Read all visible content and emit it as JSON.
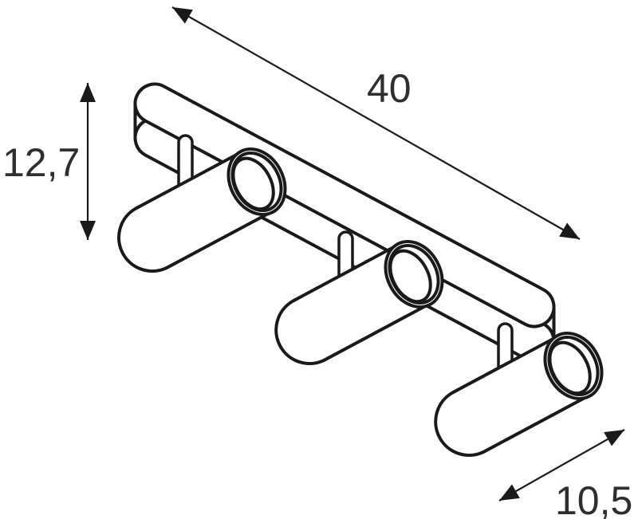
{
  "figure": {
    "kind": "technical-dimension-drawing",
    "subject": "three-spot ceiling luminaire on oval mounting plate",
    "spot_count": 3,
    "view": "perspective line drawing"
  },
  "dimensions": {
    "length": {
      "label": "40"
    },
    "height": {
      "label": "12,7"
    },
    "depth": {
      "label": "10,5"
    }
  },
  "colors": {
    "line": "#1a1a1a",
    "text": "#2e2e2e",
    "background": "#ffffff"
  }
}
